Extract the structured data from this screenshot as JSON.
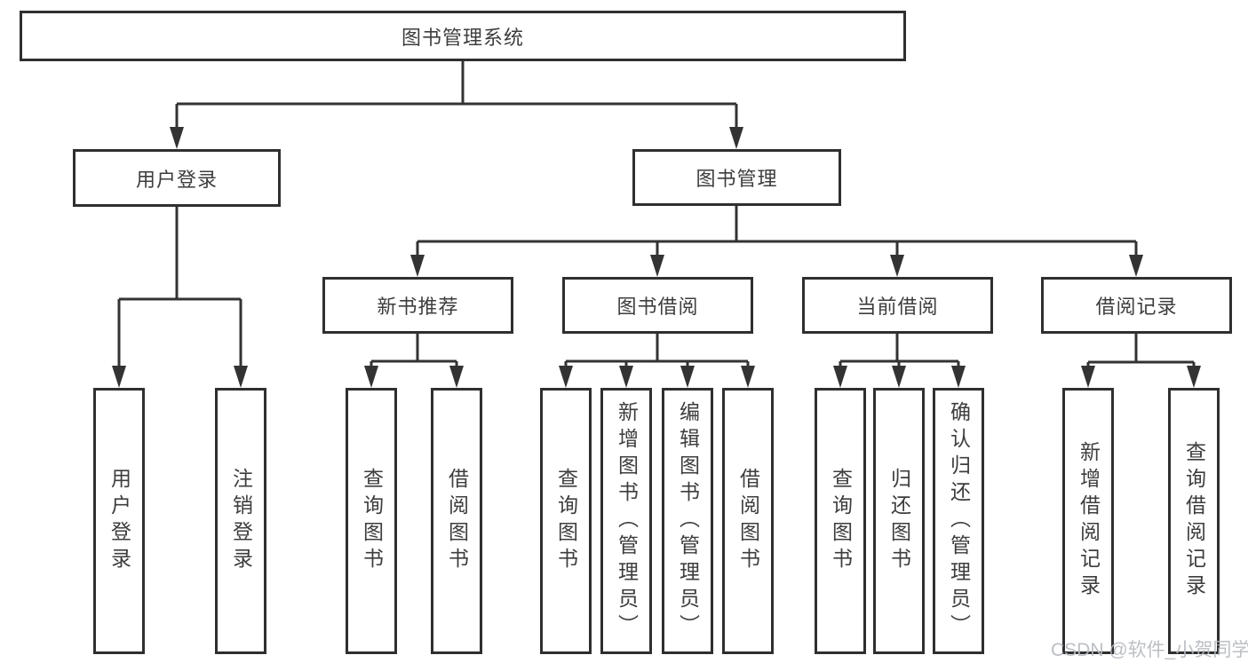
{
  "tree": {
    "label": "图书管理系统",
    "children": [
      {
        "label": "用户登录",
        "children": [
          {
            "label": "用户登录"
          },
          {
            "label": "注销登录"
          }
        ]
      },
      {
        "label": "图书管理",
        "children": [
          {
            "label": "新书推荐",
            "children": [
              {
                "label": "查询图书"
              },
              {
                "label": "借阅图书"
              }
            ]
          },
          {
            "label": "图书借阅",
            "children": [
              {
                "label": "查询图书"
              },
              {
                "label": "新增图书（管理员）"
              },
              {
                "label": "编辑图书（管理员）"
              },
              {
                "label": "借阅图书"
              }
            ]
          },
          {
            "label": "当前借阅",
            "children": [
              {
                "label": "查询图书"
              },
              {
                "label": "归还图书"
              },
              {
                "label": "确认归还（管理员）"
              }
            ]
          },
          {
            "label": "借阅记录",
            "children": [
              {
                "label": "新增借阅记录"
              },
              {
                "label": "查询借阅记录"
              }
            ]
          }
        ]
      }
    ]
  },
  "watermark": {
    "text": "CSDN @软件_小贺同学"
  },
  "colors": {
    "line": "#333333",
    "box_border": "#2f2f2f",
    "text": "#3d3d3d",
    "watermark": "#b6babf",
    "background": "#ffffff"
  }
}
